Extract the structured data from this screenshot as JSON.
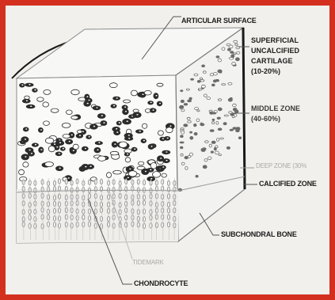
{
  "labels": {
    "articular_surface": "ARTICULAR SURFACE",
    "superficial": [
      "SUPERFICIAL",
      "UNCALCIFIED",
      "CARTILAGE",
      "(10-20%)"
    ],
    "middle_zone": [
      "MIDDLE ZONE",
      "(40-60%)"
    ],
    "deep_zone": "DEEP ZONE (30%",
    "calcified_zone": "CALCIFIED ZONE",
    "subchondral_bone": "SUBCHONDRAL BONE",
    "tidemark": "TIDEMARK",
    "chondrocyte": "CHONDROCYTE"
  },
  "colors": {
    "frame": "#d4301f",
    "background": "#f1f0ec",
    "ink": "#1d1d1d"
  }
}
